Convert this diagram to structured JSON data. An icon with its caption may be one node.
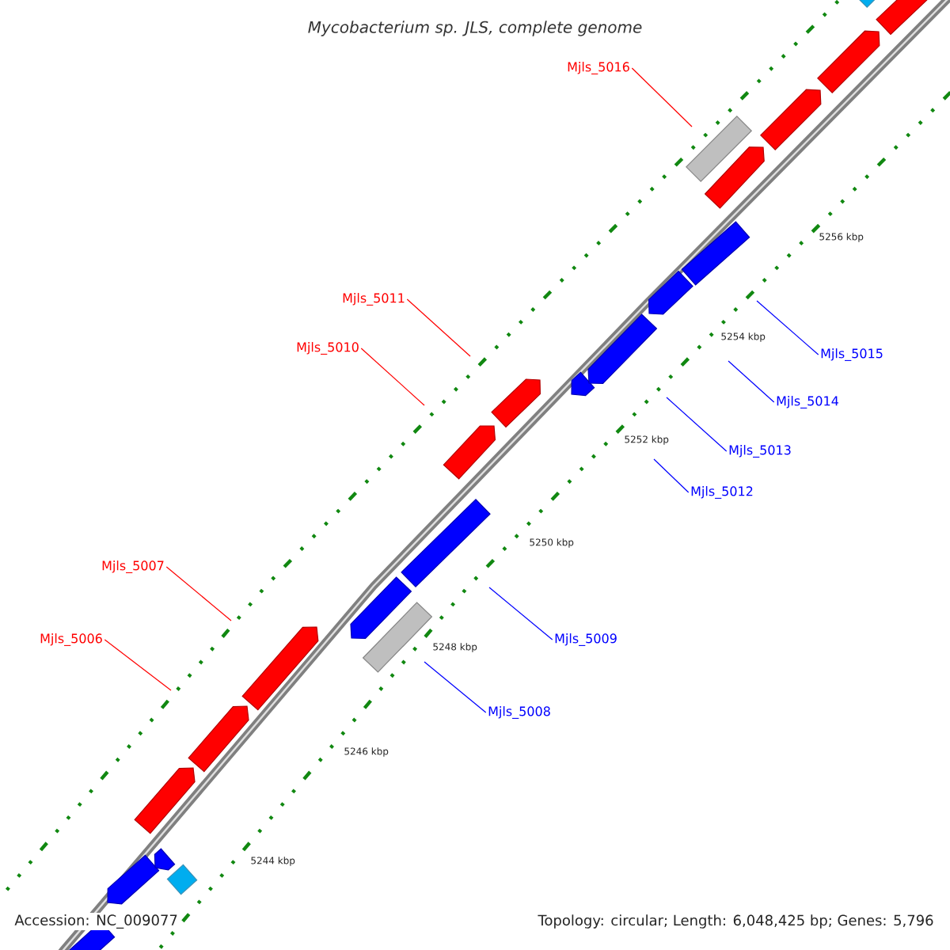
{
  "diagram": {
    "title": "Mycobacterium sp. JLS, complete genome",
    "nodes": [
      {
        "text": [
          "Mjls_5016"
        ]
      },
      {
        "text": [
          "Mjls_5011"
        ]
      },
      {
        "text": [
          "Mjls_5010"
        ]
      },
      {
        "text": [
          "Mjls_5015"
        ]
      },
      {
        "text": [
          "Mjls_5014"
        ]
      },
      {
        "text": [
          "Mjls_5013"
        ]
      },
      {
        "text": [
          "Mjls_5012"
        ]
      },
      {
        "text": [
          "Mjls_5007"
        ]
      },
      {
        "text": [
          "Mjls_5009"
        ]
      },
      {
        "text": [
          "Mjls_5006"
        ]
      },
      {
        "text": [
          "Mjls_5008"
        ]
      }
    ],
    "edges": [
      {
        "from": 0,
        "to": null,
        "arrow": "none",
        "color": "#ff0000"
      },
      {
        "from": 1,
        "to": null,
        "arrow": "none",
        "color": "#ff0000"
      },
      {
        "from": 2,
        "to": null,
        "arrow": "none",
        "color": "#ff0000"
      },
      {
        "from": 3,
        "to": null,
        "arrow": "none"
      },
      {
        "from": 4,
        "to": null,
        "arrow": "none"
      },
      {
        "from": 5,
        "to": null,
        "arrow": "none"
      },
      {
        "from": 6,
        "to": null,
        "arrow": "none"
      },
      {
        "from": 7,
        "to": null,
        "arrow": "none",
        "color": "#ff0000"
      },
      {
        "from": 8,
        "to": null,
        "arrow": "none"
      },
      {
        "from": 9,
        "to": null,
        "arrow": "none",
        "color": "#ff0000"
      },
      {
        "from": 10,
        "to": null,
        "arrow": "none"
      }
    ],
    "labels": [
      "5256 kbp",
      "5254 kbp",
      "5252 kbp",
      "5250 kbp",
      "5248 kbp",
      "5246 kbp",
      "5244 kbp",
      "Accession: NC_009077",
      "Topology: circular; Length: 6,048,425 bp; Genes: 5,796"
    ]
  }
}
